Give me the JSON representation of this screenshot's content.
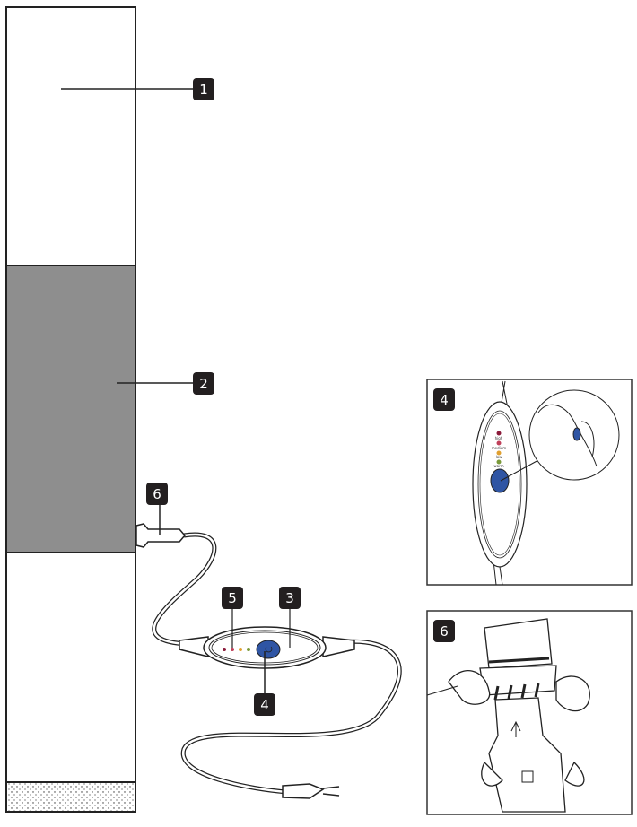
{
  "callouts": {
    "c1": "1",
    "c2": "2",
    "c3": "3",
    "c4": "4",
    "c5": "5",
    "c6": "6"
  },
  "insets": {
    "controller": {
      "badge": "4",
      "led_labels": [
        "high",
        "medium",
        "low",
        "warm"
      ]
    },
    "connector": {
      "badge": "6"
    }
  },
  "colors": {
    "pad_heated": "#8e8e8e",
    "button_blue": "#2f55a4",
    "badge": "#231f20",
    "led_high": "#8b1a3a",
    "led_medium": "#c0405a",
    "led_low": "#e0a030",
    "led_warm": "#7a9a3a"
  }
}
